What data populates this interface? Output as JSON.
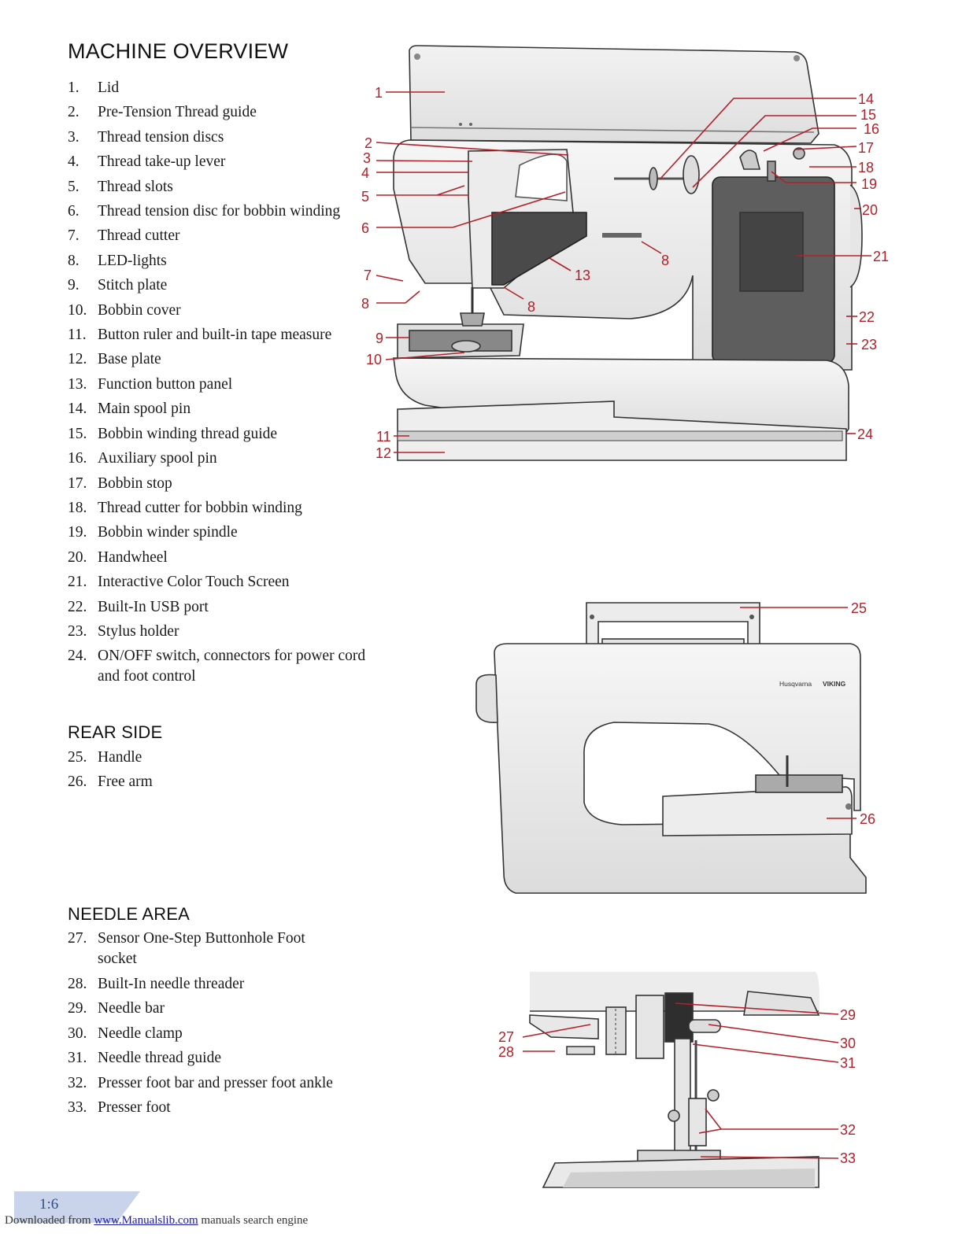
{
  "headings": {
    "main": "MACHINE OVERVIEW",
    "rear": "REAR SIDE",
    "needle": "NEEDLE AREA"
  },
  "machine_parts": [
    {
      "n": "1.",
      "label": "Lid"
    },
    {
      "n": "2.",
      "label": "Pre-Tension Thread guide"
    },
    {
      "n": "3.",
      "label": "Thread tension discs"
    },
    {
      "n": "4.",
      "label": "Thread take-up lever"
    },
    {
      "n": "5.",
      "label": "Thread slots"
    },
    {
      "n": "6.",
      "label": "Thread tension disc for bobbin winding"
    },
    {
      "n": "7.",
      "label": "Thread cutter"
    },
    {
      "n": "8.",
      "label": "LED-lights"
    },
    {
      "n": "9.",
      "label": "Stitch plate"
    },
    {
      "n": "10.",
      "label": "Bobbin cover"
    },
    {
      "n": "11.",
      "label": "Button ruler and built-in tape measure"
    },
    {
      "n": "12.",
      "label": "Base plate"
    },
    {
      "n": "13.",
      "label": "Function button panel"
    },
    {
      "n": "14.",
      "label": "Main spool pin"
    },
    {
      "n": "15.",
      "label": "Bobbin winding thread guide"
    },
    {
      "n": "16.",
      "label": "Auxiliary spool pin"
    },
    {
      "n": "17.",
      "label": "Bobbin stop"
    },
    {
      "n": "18.",
      "label": "Thread cutter for bobbin winding"
    },
    {
      "n": "19.",
      "label": "Bobbin winder spindle"
    },
    {
      "n": "20.",
      "label": "Handwheel"
    },
    {
      "n": "21.",
      "label": "Interactive Color Touch Screen"
    },
    {
      "n": "22.",
      "label": "Built-In USB port"
    },
    {
      "n": "23.",
      "label": "Stylus holder"
    },
    {
      "n": "24.",
      "label": "ON/OFF switch, connectors for power cord and foot control"
    }
  ],
  "rear_parts": [
    {
      "n": "25.",
      "label": "Handle"
    },
    {
      "n": "26.",
      "label": "Free arm"
    }
  ],
  "needle_parts": [
    {
      "n": "27.",
      "label": "Sensor One-Step Buttonhole Foot socket"
    },
    {
      "n": "28.",
      "label": "Built-In needle threader"
    },
    {
      "n": "29.",
      "label": "Needle bar"
    },
    {
      "n": "30.",
      "label": "Needle clamp"
    },
    {
      "n": "31.",
      "label": "Needle thread guide"
    },
    {
      "n": "32.",
      "label": "Presser foot bar and presser foot ankle"
    },
    {
      "n": "33.",
      "label": "Presser foot"
    }
  ],
  "callouts": {
    "c1": "1",
    "c2": "2",
    "c3": "3",
    "c4": "4",
    "c5": "5",
    "c6": "6",
    "c7": "7",
    "c8a": "8",
    "c8b": "8",
    "c8c": "8",
    "c9": "9",
    "c10": "10",
    "c11": "11",
    "c12": "12",
    "c13": "13",
    "c14": "14",
    "c15": "15",
    "c16": "16",
    "c17": "17",
    "c18": "18",
    "c19": "19",
    "c20": "20",
    "c21": "21",
    "c22": "22",
    "c23": "23",
    "c24": "24",
    "c25": "25",
    "c26": "26",
    "c27": "27",
    "c28": "28",
    "c29": "29",
    "c30": "30",
    "c31": "31",
    "c32": "32",
    "c33": "33"
  },
  "brand": {
    "left": "Husqvarna",
    "right": "VIKING"
  },
  "footer": {
    "page_number": "1:6",
    "downloaded_prefix": "Downloaded from",
    "link_text": "www.Manualslib.com",
    "suffix": "manuals search engine"
  },
  "colors": {
    "callout": "#b3202a",
    "tab": "#c9d3ea",
    "text": "#1a1a1a"
  }
}
